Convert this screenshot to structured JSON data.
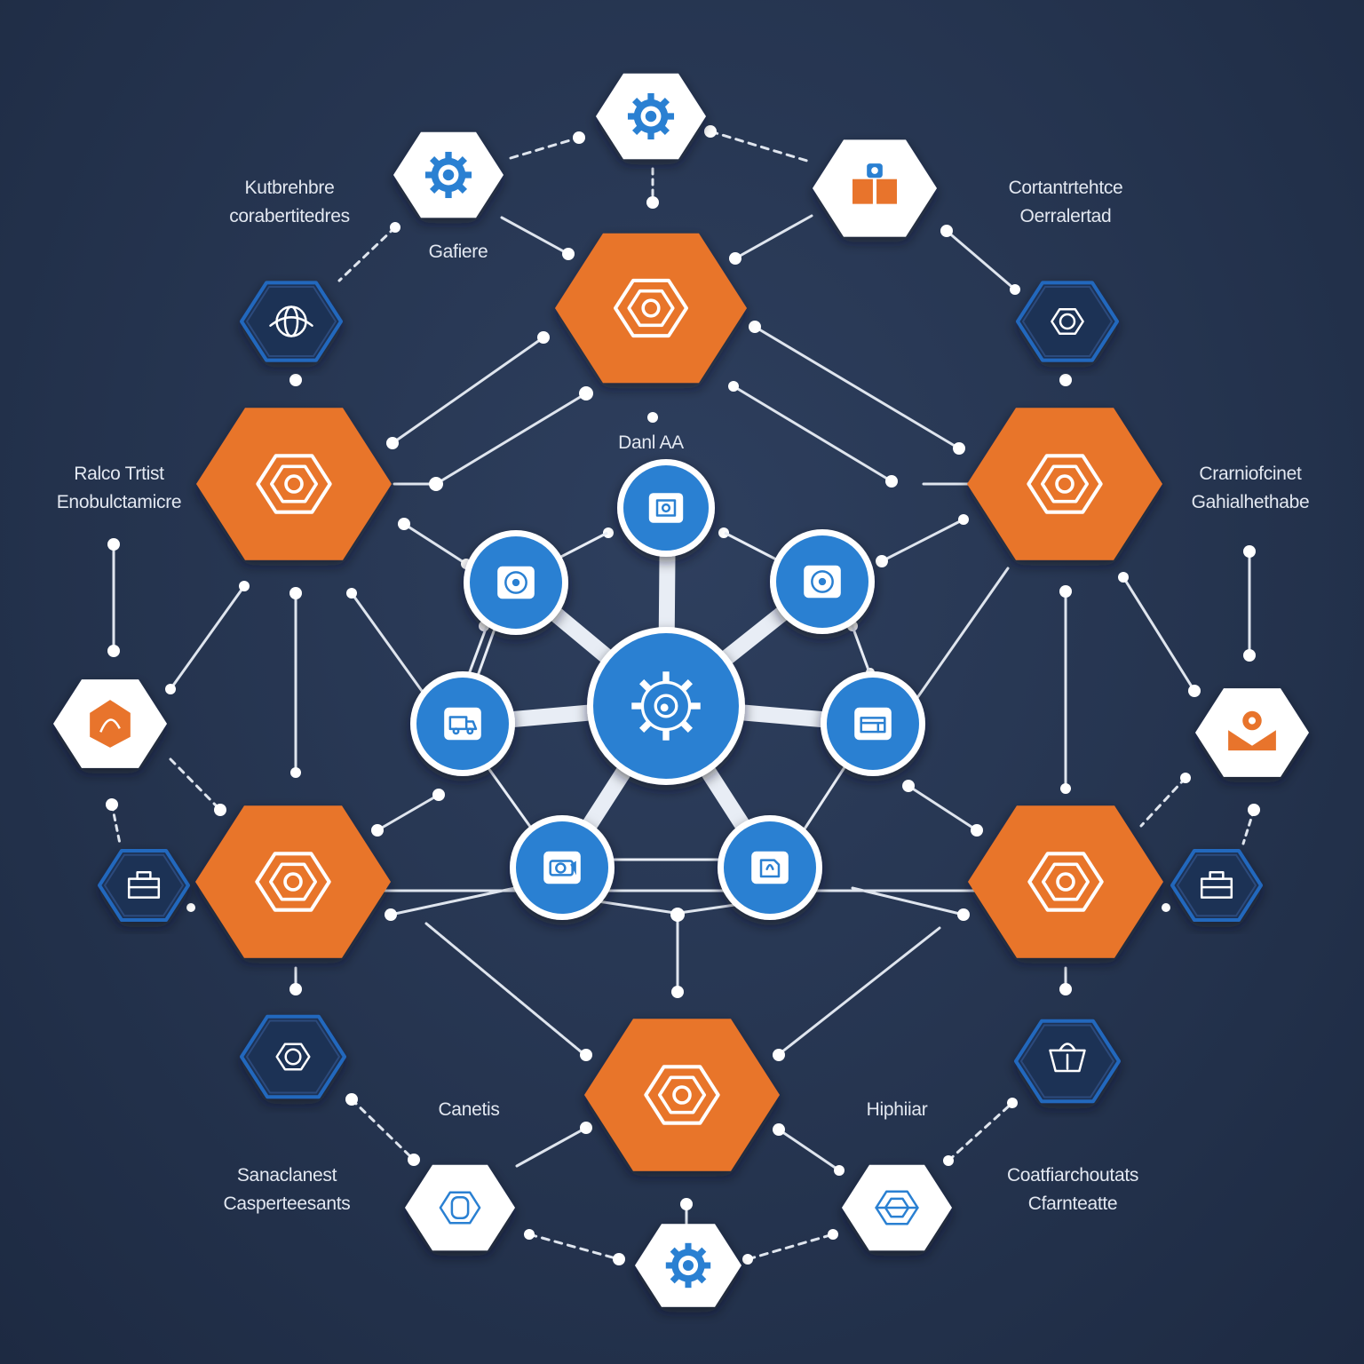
{
  "colors": {
    "background": "#25344f",
    "orange": "#e8742c",
    "blue": "#2a80d2",
    "navy_outline": "#2467bd",
    "white": "#ffffff",
    "connector": "#dfe5ee"
  },
  "labels": {
    "top_left": {
      "line1": "Kutbrehbre",
      "line2": "corabertitedres"
    },
    "gear_caption": "Gafiere",
    "top_right": {
      "line1": "Cortantrtehtce",
      "line2": "Oerralertad"
    },
    "mid_left": {
      "line1": "Ralco Trtist",
      "line2": "Enobulctamicre"
    },
    "center_top": "Danl AA",
    "mid_right": {
      "line1": "Crarniofcinet",
      "line2": "Gahialhethabe"
    },
    "bottom_left_caption": "Canetis",
    "bottom_right_caption": "Hiphiiar",
    "bottom_left": {
      "line1": "Sanaclanest",
      "line2": "Casperteesants"
    },
    "bottom_right": {
      "line1": "Coatfiarchoutats",
      "line2": "Cfarnteatte"
    }
  },
  "nodes": [
    {
      "id": "top-gear",
      "style": "white",
      "icon": "gear-icon"
    },
    {
      "id": "upper-left-gear",
      "style": "white",
      "icon": "gear-icon"
    },
    {
      "id": "upper-right-box",
      "style": "white",
      "icon": "package-icon"
    },
    {
      "id": "top-center-hub",
      "style": "orange",
      "icon": "nested-hexagon-icon"
    },
    {
      "id": "left-globe",
      "style": "navy",
      "icon": "globe-icon"
    },
    {
      "id": "right-ring",
      "style": "navy",
      "icon": "ring-icon"
    },
    {
      "id": "mid-left-hub",
      "style": "orange",
      "icon": "nested-hexagon-icon"
    },
    {
      "id": "mid-right-hub",
      "style": "orange",
      "icon": "nested-hexagon-icon"
    },
    {
      "id": "far-left-cube",
      "style": "white",
      "icon": "cube-icon"
    },
    {
      "id": "far-right-map",
      "style": "white",
      "icon": "location-pin-icon"
    },
    {
      "id": "left-toolbox",
      "style": "navy",
      "icon": "toolbox-icon"
    },
    {
      "id": "right-toolbox",
      "style": "navy",
      "icon": "toolbox-icon"
    },
    {
      "id": "lower-left-hub",
      "style": "orange",
      "icon": "nested-hexagon-icon"
    },
    {
      "id": "lower-right-hub",
      "style": "orange",
      "icon": "nested-hexagon-icon"
    },
    {
      "id": "bottom-left-ring",
      "style": "navy",
      "icon": "ring-icon"
    },
    {
      "id": "bottom-right-cart",
      "style": "navy",
      "icon": "cart-icon"
    },
    {
      "id": "bottom-center-hub",
      "style": "orange",
      "icon": "nested-hexagon-icon"
    },
    {
      "id": "bottom-left-shield",
      "style": "white",
      "icon": "shield-icon"
    },
    {
      "id": "bottom-right-gem",
      "style": "white",
      "icon": "gem-icon"
    },
    {
      "id": "bottom-gear",
      "style": "white",
      "icon": "gear-icon"
    },
    {
      "id": "core",
      "style": "blue-circle",
      "icon": "gear-eye-icon"
    },
    {
      "id": "sat-top",
      "style": "blue-circle",
      "icon": "window-icon"
    },
    {
      "id": "sat-upper-left",
      "style": "blue-circle",
      "icon": "target-icon"
    },
    {
      "id": "sat-upper-right",
      "style": "blue-circle",
      "icon": "target-icon"
    },
    {
      "id": "sat-left",
      "style": "blue-circle",
      "icon": "truck-icon"
    },
    {
      "id": "sat-right",
      "style": "blue-circle",
      "icon": "folder-icon"
    },
    {
      "id": "sat-lower-left",
      "style": "blue-circle",
      "icon": "camera-icon"
    },
    {
      "id": "sat-lower-right",
      "style": "blue-circle",
      "icon": "document-icon"
    }
  ]
}
